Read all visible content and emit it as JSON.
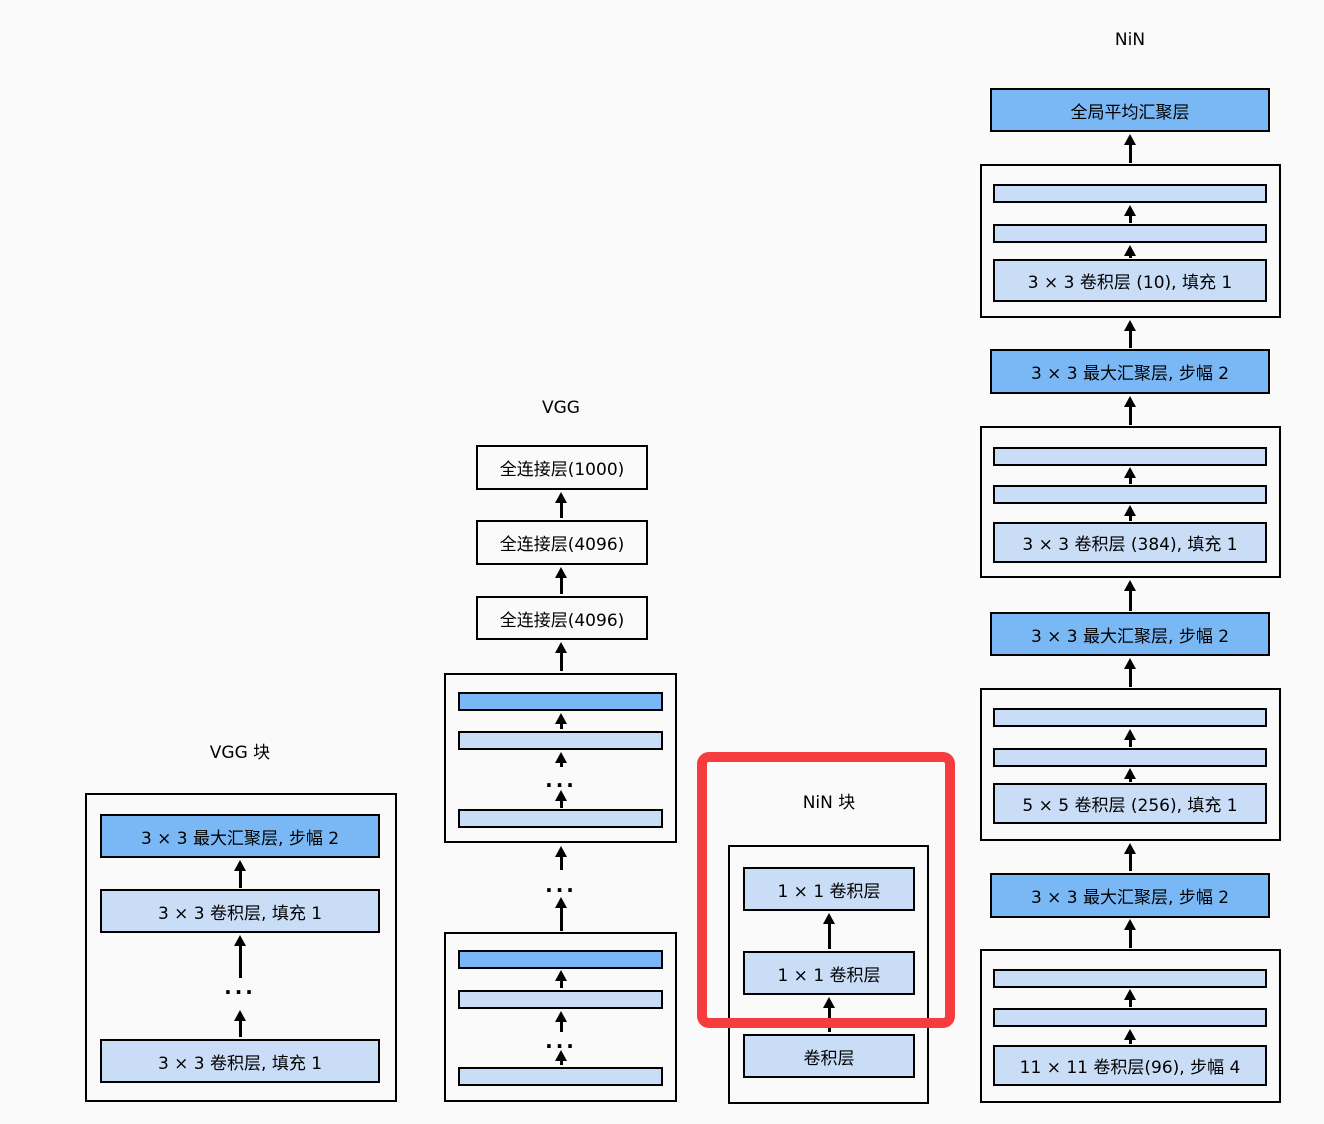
{
  "colors": {
    "pool_fill": "#7ab8f5",
    "conv_fill": "#c9ddf7",
    "highlight": "#f63c3c",
    "background": "#fafafa",
    "border": "#000000"
  },
  "vgg_block": {
    "title": "VGG 块",
    "pool": "3 × 3 最大汇聚层, 步幅 2",
    "conv_top": "3 × 3 卷积层, 填充 1",
    "conv_bottom": "3 × 3 卷积层, 填充 1",
    "ellipsis": "..."
  },
  "vgg": {
    "title": "VGG",
    "fc_top": "全连接层(1000)",
    "fc_mid": "全连接层(4096)",
    "fc_bottom": "全连接层(4096)",
    "ellipsis_group_top": "...",
    "ellipsis_between": "...",
    "ellipsis_group_bottom": "..."
  },
  "nin_block": {
    "title": "NiN 块",
    "conv1x1_top": "1 × 1 卷积层",
    "conv1x1_bottom": "1 × 1 卷积层",
    "conv": "卷积层"
  },
  "nin": {
    "title": "NiN",
    "global_avg_pool": "全局平均汇聚层",
    "maxpool_top": "3 × 3 最大汇聚层, 步幅 2",
    "maxpool_mid": "3 × 3 最大汇聚层, 步幅 2",
    "maxpool_bottom": "3 × 3 最大汇聚层, 步幅 2",
    "group4_conv": "3 × 3 卷积层 (10), 填充 1",
    "group3_conv": "3 × 3 卷积层 (384), 填充 1",
    "group2_conv": "5 × 5 卷积层 (256), 填充 1",
    "group1_conv": "11 × 11 卷积层(96), 步幅 4"
  }
}
